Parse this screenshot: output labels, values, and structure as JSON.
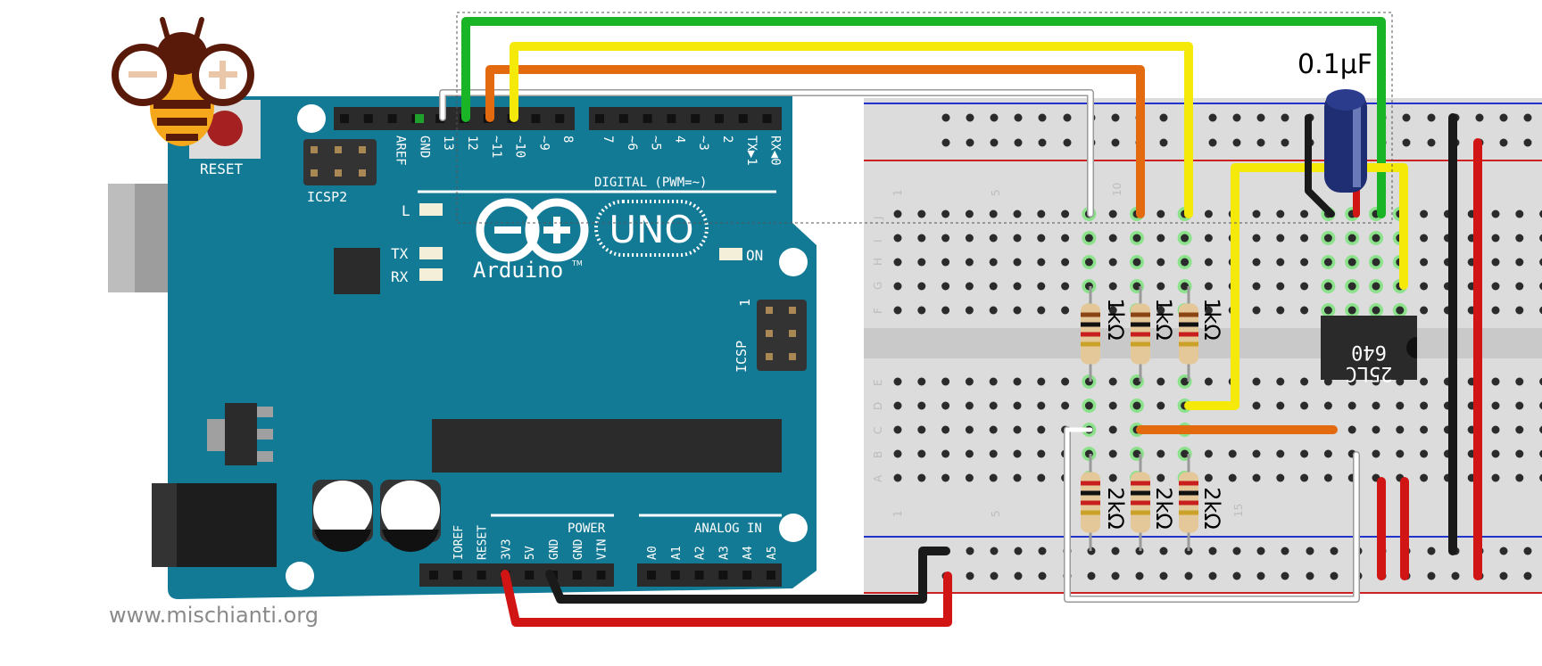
{
  "board": {
    "brand": "Arduino",
    "tm": "TM",
    "model": "UNO",
    "reset_label": "RESET",
    "icsp2_label": "ICSP2",
    "icsp_label": "ICSP",
    "icsp_pin1": "1",
    "digital_label": "DIGITAL (PWM=~)",
    "power_label": "POWER",
    "analog_label": "ANALOG IN",
    "led_l": "L",
    "led_tx": "TX",
    "led_rx": "RX",
    "led_on": "ON",
    "digital_pins": [
      "AREF",
      "GND",
      "13",
      "12",
      "~11",
      "~10",
      "~9",
      "8",
      "7",
      "~6",
      "~5",
      "4",
      "~3",
      "2",
      "TX▶1",
      "RX◀0"
    ],
    "power_pins": [
      "IOREF",
      "RESET",
      "3V3",
      "5V",
      "GND",
      "GND",
      "VIN"
    ],
    "analog_pins": [
      "A0",
      "A1",
      "A2",
      "A3",
      "A4",
      "A5"
    ]
  },
  "breadboard": {
    "row_letters_top": [
      "J",
      "I",
      "H",
      "G",
      "F"
    ],
    "row_letters_bottom": [
      "E",
      "D",
      "C",
      "B",
      "A"
    ],
    "col_numbers_top": [
      "1",
      "5",
      "10"
    ],
    "col_numbers_bottom": [
      "1",
      "5",
      "15"
    ]
  },
  "chip": {
    "line1": "25LC",
    "line2": "640"
  },
  "capacitor": {
    "label": "0.1µF"
  },
  "resistors": {
    "top": [
      "1kΩ",
      "1kΩ",
      "1kΩ"
    ],
    "bottom": [
      "2kΩ",
      "2kΩ",
      "2kΩ"
    ]
  },
  "colors": {
    "board": "#137a96",
    "breadboard": "#dcdcdc",
    "wire_green": "#19b526",
    "wire_yellow": "#f5e90a",
    "wire_orange": "#e36a0f",
    "wire_white": "#c8c8c8",
    "wire_red": "#d11414",
    "wire_black": "#1a1a1a"
  },
  "footer": {
    "url": "www.mischianti.org"
  }
}
